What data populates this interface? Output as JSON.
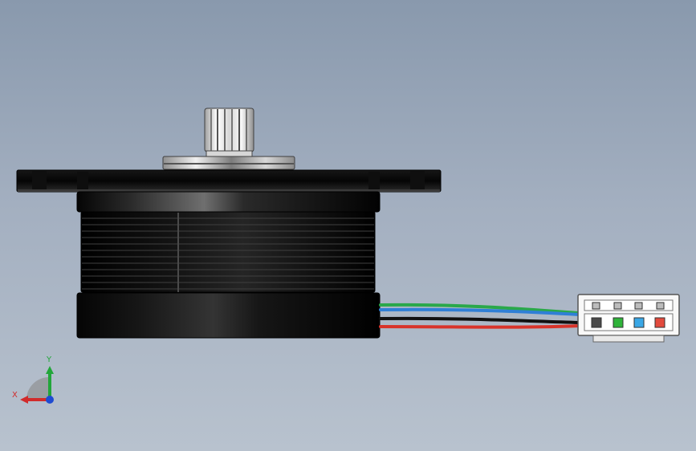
{
  "window": {
    "title": ""
  },
  "viewport": {
    "background_top": "#8999ad",
    "background_bottom": "#b8c2ce"
  },
  "model": {
    "name": "",
    "motor_body_color": "#111111",
    "flange_color": "#0b0b0b",
    "shaft_gear_color": "#e8e8e8",
    "wire_colors": [
      "#2aa84a",
      "#2f7fd6",
      "#111111",
      "#d8332a"
    ],
    "connector_color": "#f8f8f8",
    "connector_pins": [
      {
        "name": "black-pin",
        "color": "#4a4a4a"
      },
      {
        "name": "green-pin",
        "color": "#2fb33a"
      },
      {
        "name": "blue-pin",
        "color": "#3aa7e6"
      },
      {
        "name": "red-pin",
        "color": "#e24a3d"
      }
    ]
  },
  "triad": {
    "x_label": "X",
    "y_label": "Y",
    "x_color": "#d12b2b",
    "y_color": "#22a63a",
    "z_color": "#1f4bd1"
  }
}
